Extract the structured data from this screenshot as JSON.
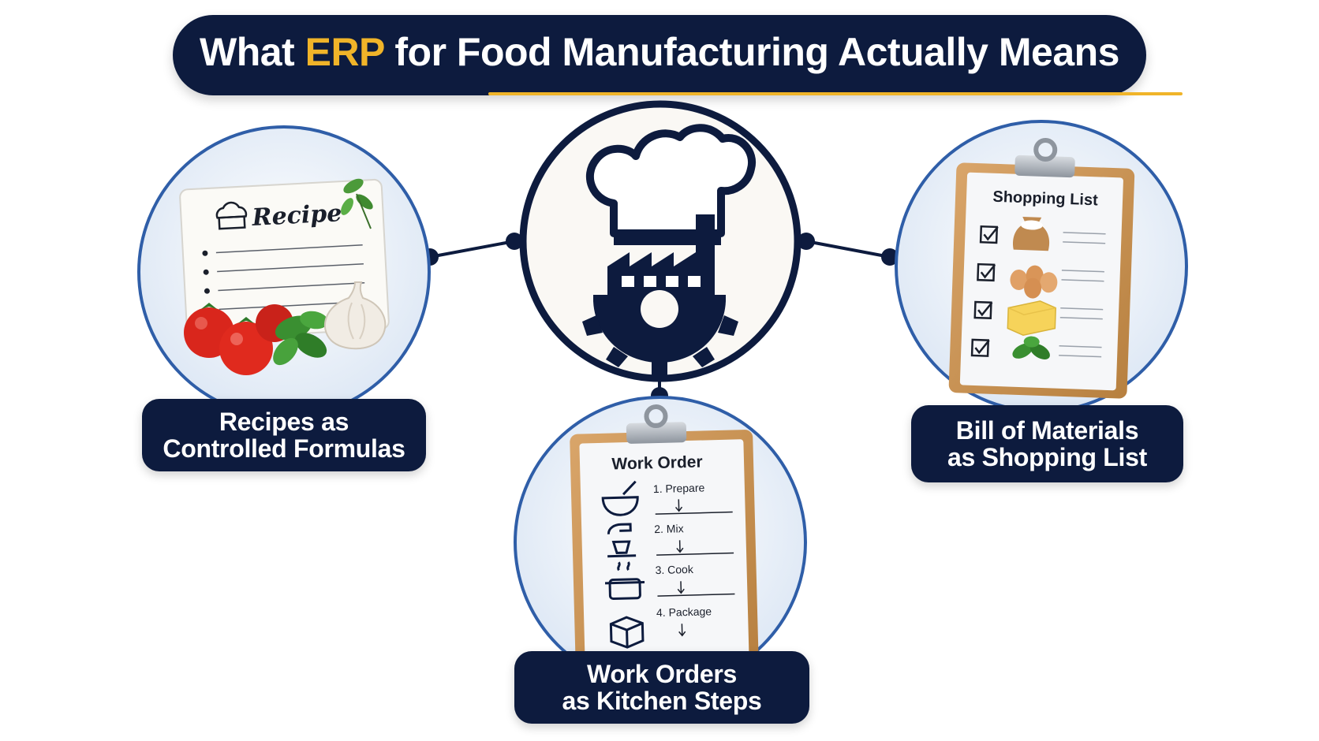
{
  "title": {
    "prefix": "What ",
    "highlight": "ERP",
    "suffix": " for Food Manufacturing Actually Means"
  },
  "colors": {
    "navy": "#0d1b3e",
    "accent": "#f0b429",
    "ring": "#2f5ea8",
    "circle_fill": "#e3ecf7"
  },
  "center_icon": "chef-hat-factory-gear-icon",
  "recipe_card": {
    "heading": "Recipe"
  },
  "shopping_list": {
    "heading": "Shopping List"
  },
  "work_order": {
    "heading": "Work Order",
    "steps": [
      "1. Prepare",
      "2. Mix",
      "3. Cook",
      "4. Package"
    ]
  },
  "labels": {
    "left_line1": "Recipes as",
    "left_line2": "Controlled Formulas",
    "center_line1": "Work Orders",
    "center_line2": "as Kitchen Steps",
    "right_line1": "Bill of Materials",
    "right_line2": "as Shopping List"
  }
}
